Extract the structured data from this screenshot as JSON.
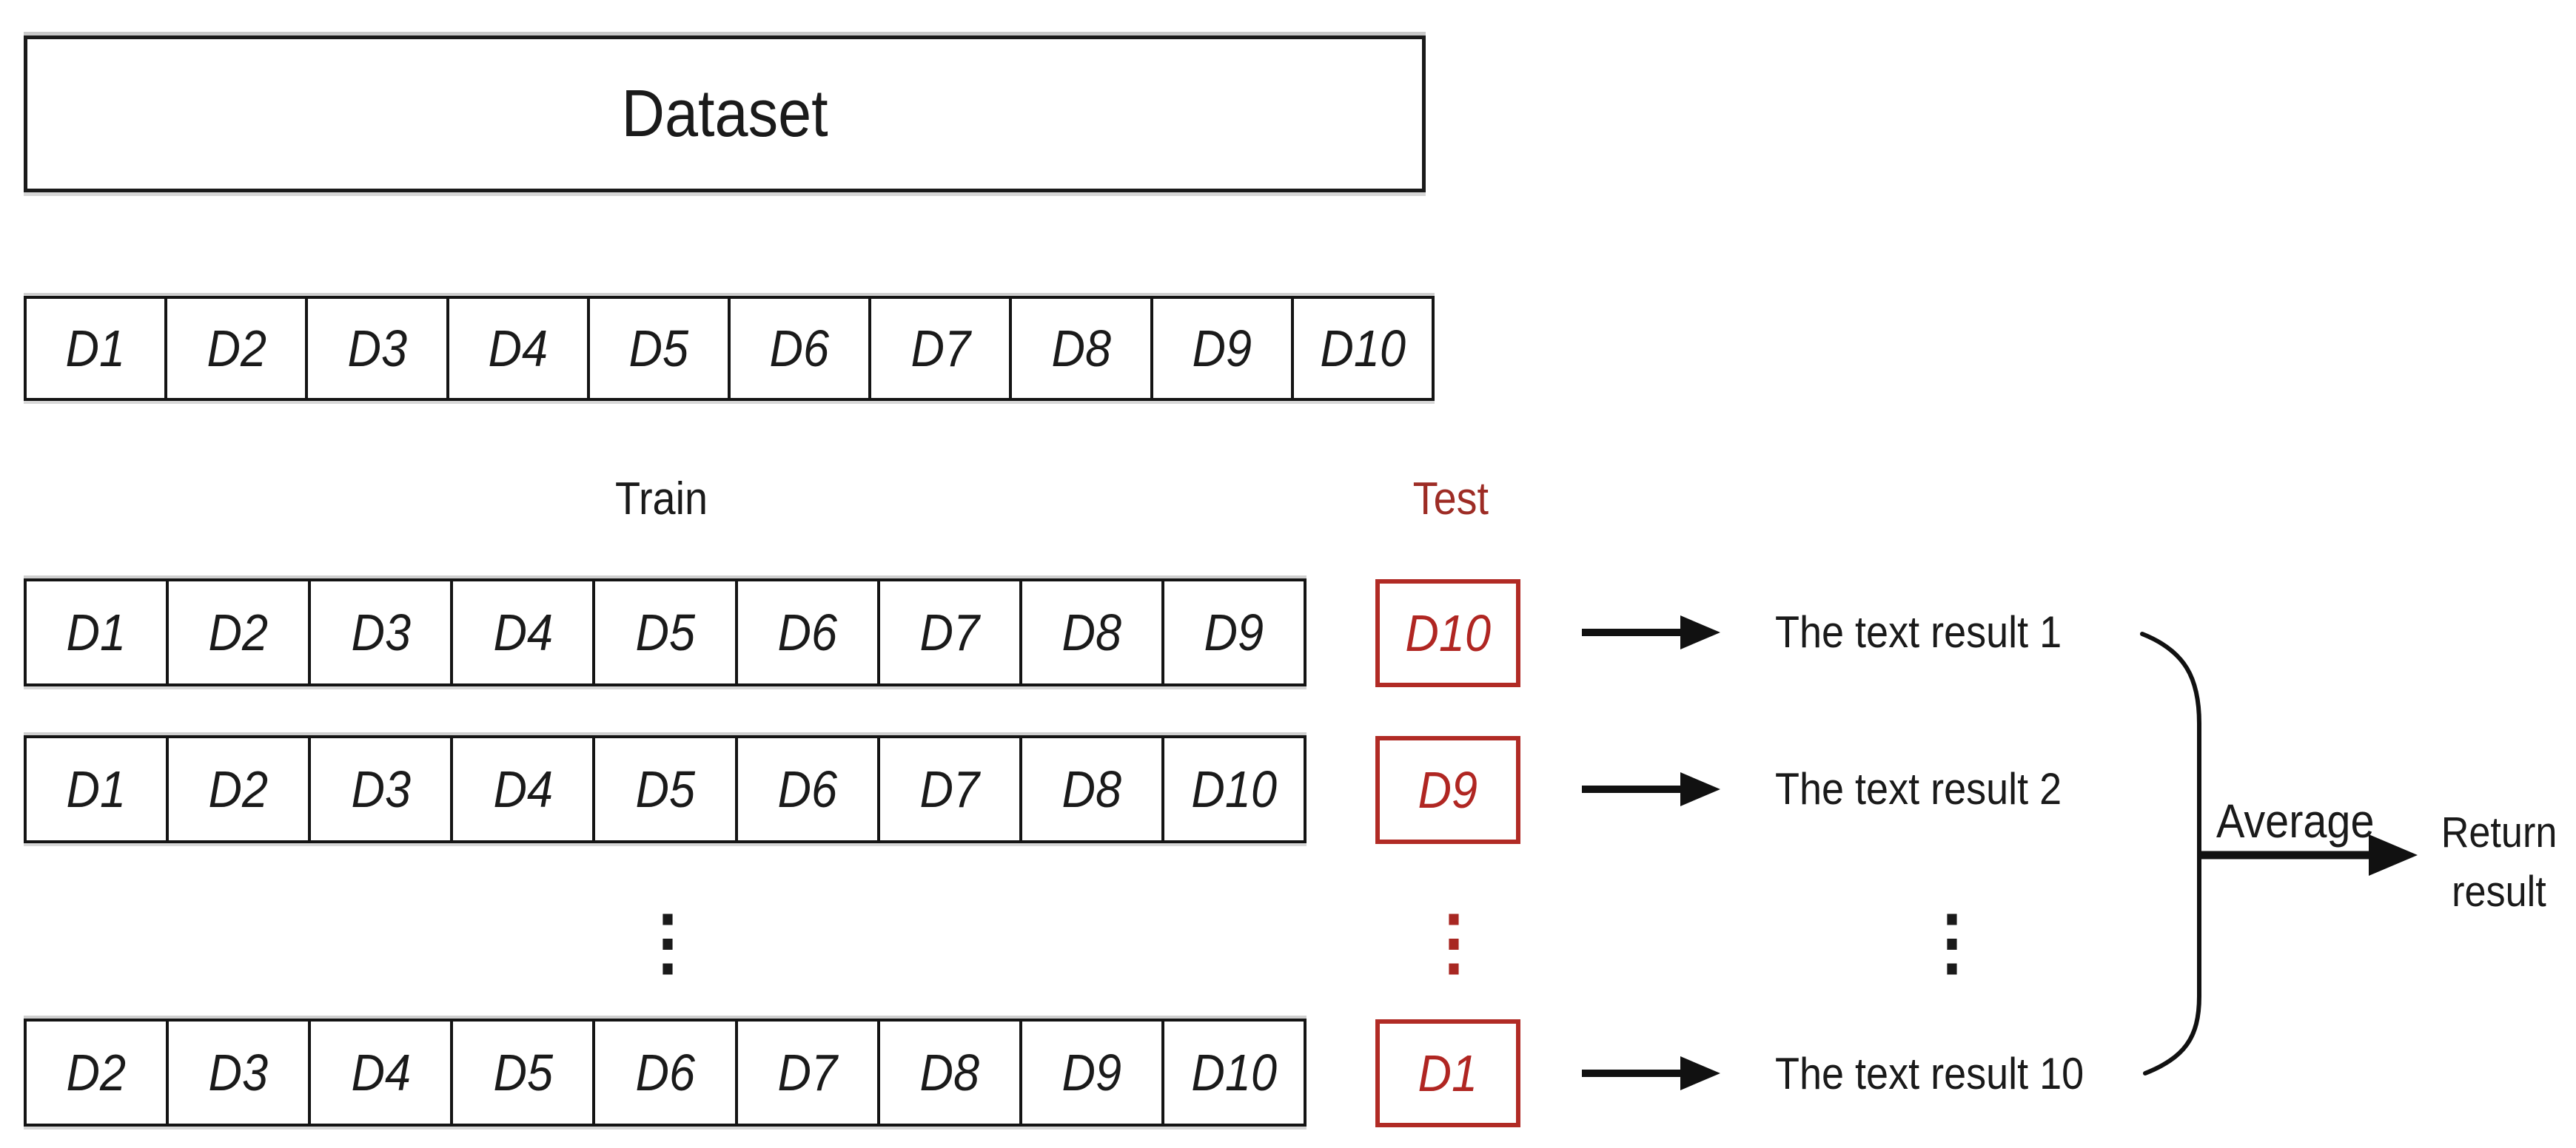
{
  "diagram": {
    "dataset_label": "Dataset",
    "full_row": [
      "D1",
      "D2",
      "D3",
      "D4",
      "D5",
      "D6",
      "D7",
      "D8",
      "D9",
      "D10"
    ],
    "column_labels": {
      "train": "Train",
      "test": "Test"
    },
    "folds": [
      {
        "train": [
          "D1",
          "D2",
          "D3",
          "D4",
          "D5",
          "D6",
          "D7",
          "D8",
          "D9"
        ],
        "test": "D10",
        "result": "The text result 1"
      },
      {
        "train": [
          "D1",
          "D2",
          "D3",
          "D4",
          "D5",
          "D6",
          "D7",
          "D8",
          "D10"
        ],
        "test": "D9",
        "result": "The text result 2"
      },
      {
        "train": [
          "D2",
          "D3",
          "D4",
          "D5",
          "D6",
          "D7",
          "D8",
          "D9",
          "D10"
        ],
        "test": "D1",
        "result": "The text result 10"
      }
    ],
    "ellipsis_glyph": "⋮",
    "average_label": "Average",
    "return_result": {
      "line1": "Return",
      "line2": "result"
    },
    "colors": {
      "ink": "#1a1a1a",
      "test_box_red": "#b12b25",
      "test_text_red": "#b02622",
      "test_label_red": "#9d2c25"
    }
  }
}
